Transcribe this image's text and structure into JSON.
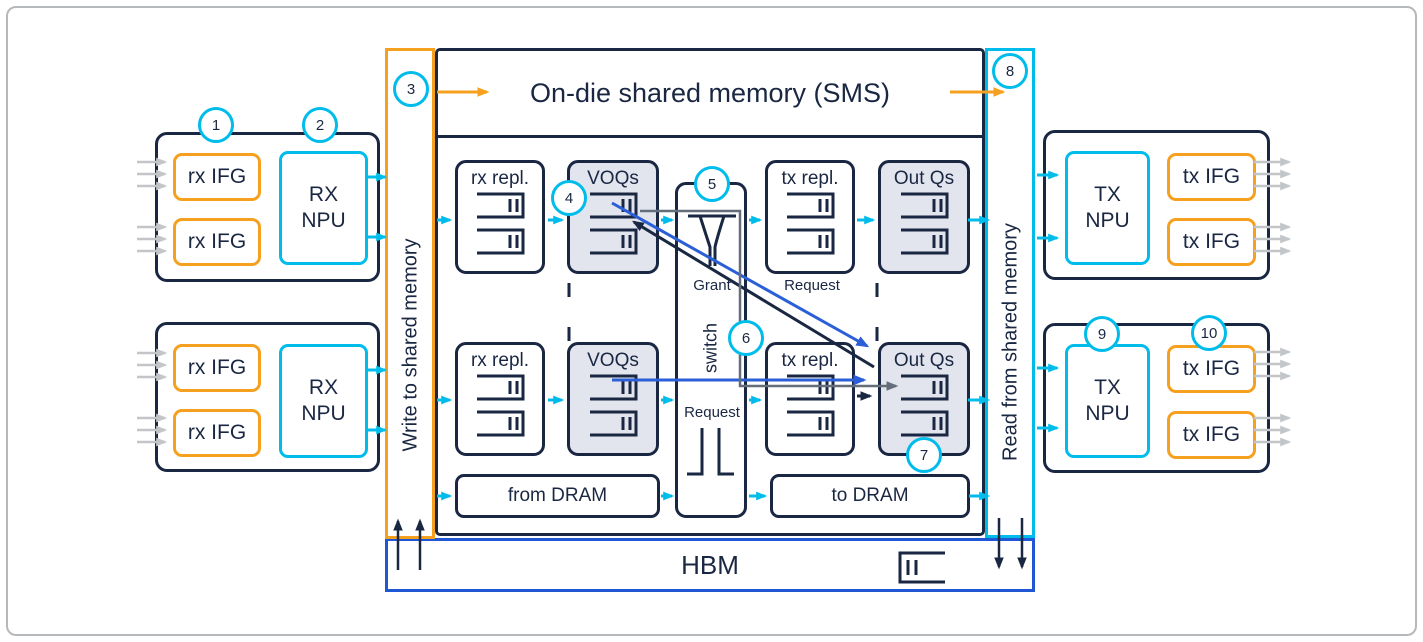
{
  "sms_title": "On-die shared memory (SMS)",
  "hbm_label": "HBM",
  "write_bar_label": "Write to shared memory",
  "read_bar_label": "Read from shared memory",
  "boxes": {
    "rx_ifg": "rx IFG",
    "rx_npu": "RX NPU",
    "tx_ifg": "tx IFG",
    "tx_npu": "TX NPU",
    "rx_repl": "rx repl.",
    "voqs": "VOQs",
    "tx_repl": "tx repl.",
    "out_qs": "Out Qs",
    "switch_label": "switch",
    "from_dram": "from DRAM",
    "to_dram": "to DRAM"
  },
  "flow_labels": {
    "grant": "Grant",
    "request_upper": "Request",
    "request_lower": "Request"
  },
  "step_badges": [
    "1",
    "2",
    "3",
    "4",
    "5",
    "6",
    "7",
    "8",
    "9",
    "10"
  ],
  "colors": {
    "navy": "#1a2742",
    "orange": "#f5a01e",
    "cyan": "#00bceb",
    "royal_blue": "#1f57d4",
    "link_blue": "#2a5fd7",
    "gray_line": "#636e7a",
    "light_gray_arrow": "#c3c6c9",
    "queue_fill": "#e2e5ee"
  }
}
